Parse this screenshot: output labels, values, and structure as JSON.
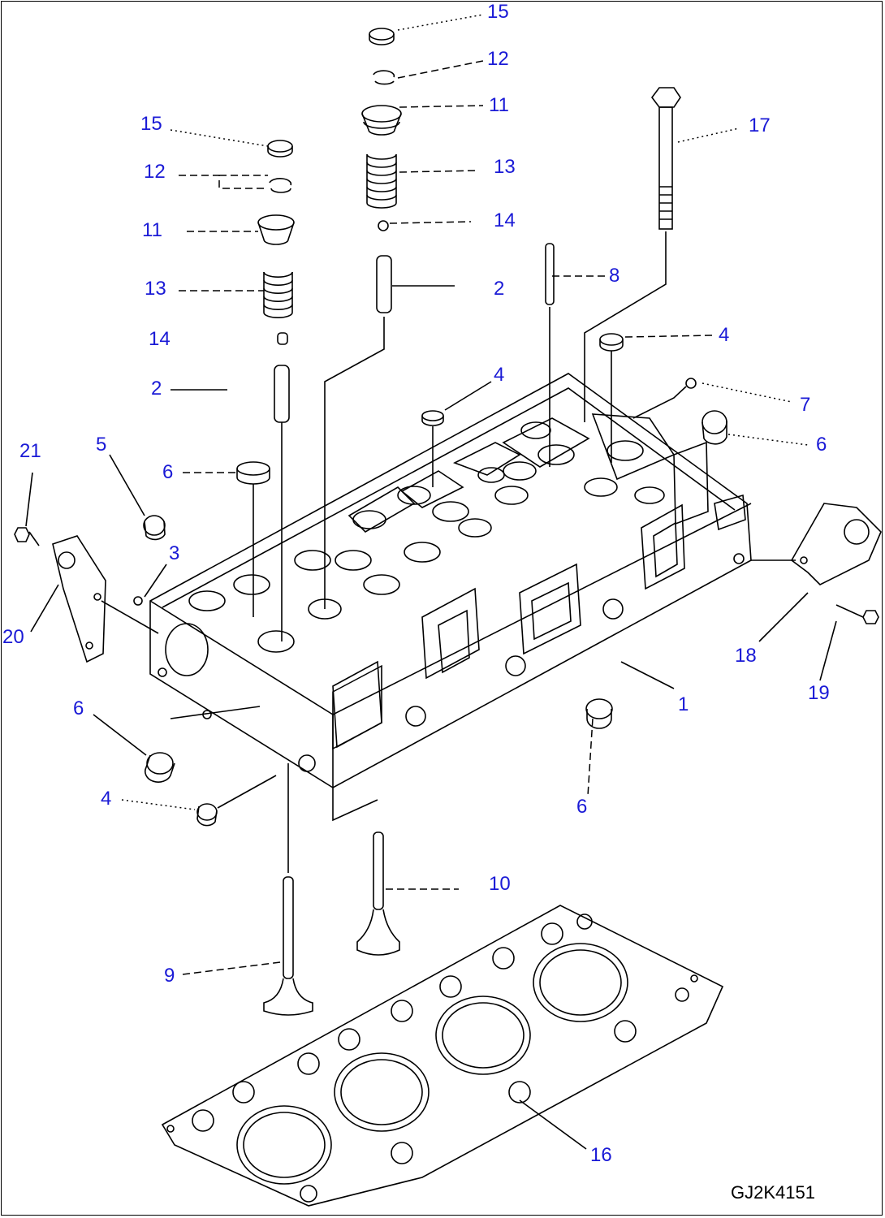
{
  "callouts": [
    {
      "id": "c15a",
      "text": "15"
    },
    {
      "id": "c12a",
      "text": "12"
    },
    {
      "id": "c11a",
      "text": "11"
    },
    {
      "id": "c13a",
      "text": "13"
    },
    {
      "id": "c14a",
      "text": "14"
    },
    {
      "id": "c2a",
      "text": "2"
    },
    {
      "id": "c8",
      "text": "8"
    },
    {
      "id": "c17",
      "text": "17"
    },
    {
      "id": "c4a",
      "text": "4"
    },
    {
      "id": "c15b",
      "text": "15"
    },
    {
      "id": "c12b",
      "text": "12"
    },
    {
      "id": "c11b",
      "text": "11"
    },
    {
      "id": "c13b",
      "text": "13"
    },
    {
      "id": "c14b",
      "text": "14"
    },
    {
      "id": "c2b",
      "text": "2"
    },
    {
      "id": "c4b",
      "text": "4"
    },
    {
      "id": "c7",
      "text": "7"
    },
    {
      "id": "c6a",
      "text": "6"
    },
    {
      "id": "c6b",
      "text": "6"
    },
    {
      "id": "c5",
      "text": "5"
    },
    {
      "id": "c21",
      "text": "21"
    },
    {
      "id": "c3",
      "text": "3"
    },
    {
      "id": "c20",
      "text": "20"
    },
    {
      "id": "c18",
      "text": "18"
    },
    {
      "id": "c19",
      "text": "19"
    },
    {
      "id": "c1",
      "text": "1"
    },
    {
      "id": "c6c",
      "text": "6"
    },
    {
      "id": "c6d",
      "text": "6"
    },
    {
      "id": "c4c",
      "text": "4"
    },
    {
      "id": "c10",
      "text": "10"
    },
    {
      "id": "c9",
      "text": "9"
    },
    {
      "id": "c16",
      "text": "16"
    }
  ],
  "drawing_code": "GJ2K4151",
  "colors": {
    "callout": "#1a1ad6",
    "line": "#000000"
  }
}
